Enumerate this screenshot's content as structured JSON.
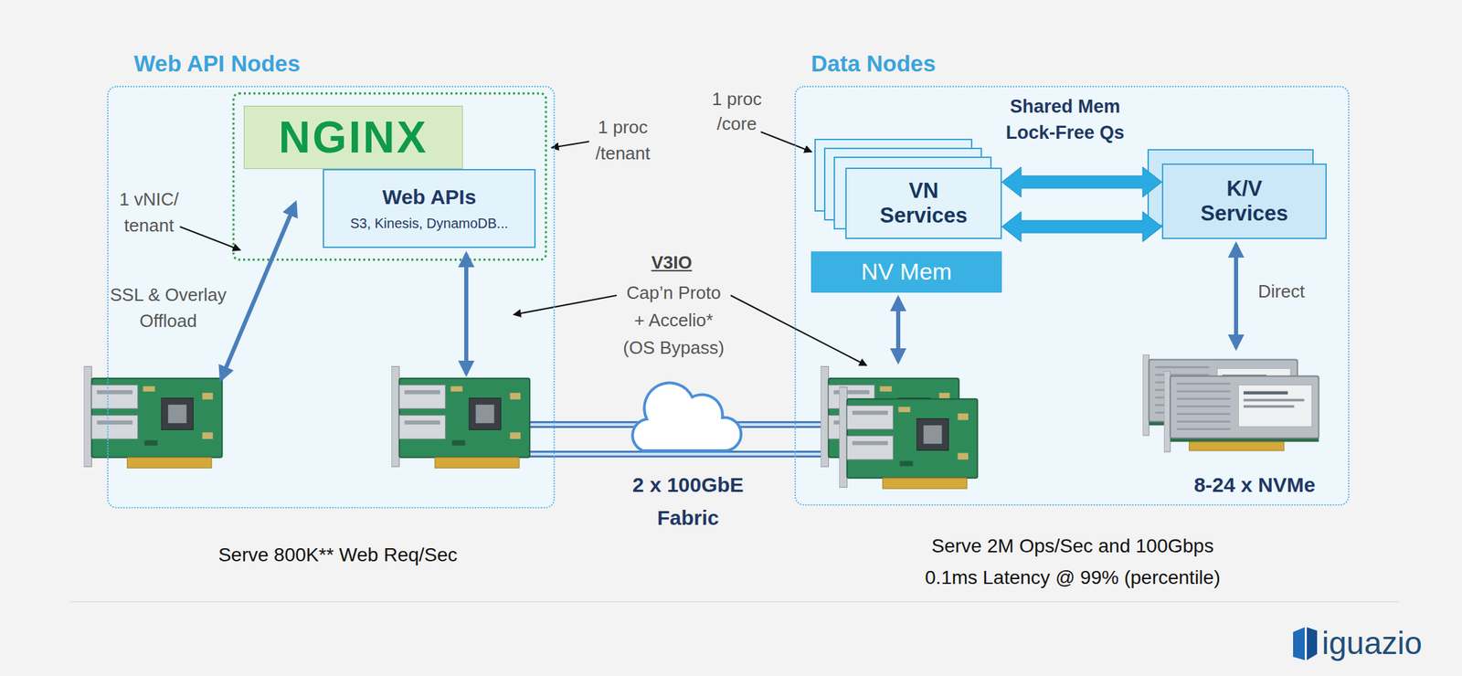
{
  "diagram": {
    "nodes": [
      {
        "text": [
          "Web API Nodes"
        ]
      },
      {
        "text": [
          "NGINX"
        ],
        "in": 0
      },
      {
        "text": [
          "Web APIs",
          "S3, Kinesis, DynamoDB..."
        ],
        "in": 0
      },
      {
        "text": [
          "Data Nodes"
        ]
      },
      {
        "text": [
          "VN Services"
        ],
        "in": 3
      },
      {
        "text": [
          "NV Mem"
        ],
        "in": 3
      },
      {
        "text": [
          "K/V Services"
        ],
        "in": 3
      }
    ],
    "edges": [
      {
        "from": 4,
        "to": 6,
        "arrow": "both"
      },
      {
        "from": 4,
        "to": 6,
        "arrow": "both"
      }
    ],
    "labels": [
      "1 proc /tenant",
      "1 vNIC/ tenant",
      "SSL & Overlay Offload",
      "V3IO",
      "Cap’n Proto + Accelio* (OS Bypass)",
      "1 proc /core",
      "Shared Mem Lock-Free Qs",
      "Direct",
      "2 x 100GbE Fabric",
      "8-24 x NVMe",
      "Serve 800K** Web Req/Sec",
      "Serve 2M Ops/Sec and 100Gbps 0.1ms Latency @ 99% (percentile)",
      "iguazio"
    ]
  }
}
